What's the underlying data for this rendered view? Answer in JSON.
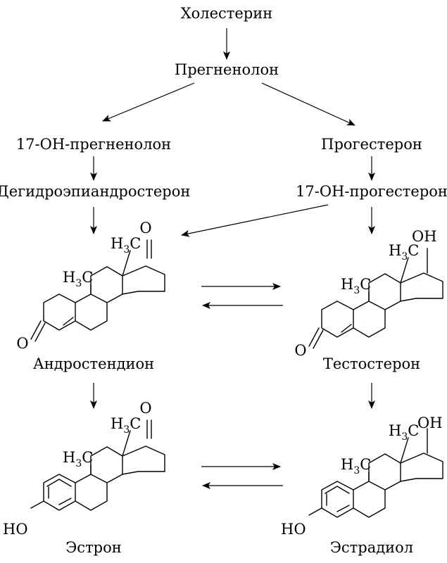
{
  "labels": {
    "cholesterol": "Холестерин",
    "pregnenolone": "Прегненолон",
    "oh_pregnenolone": "17-OH-прегненолон",
    "progesterone": "Прогестерон",
    "dhea": "Дегидроэпиандростерон",
    "oh_progesterone": "17-OH-прогестерон",
    "androstenedione": "Андростендион",
    "testosterone": "Тестостерон",
    "estrone": "Эстрон",
    "estradiol": "Эстрадиол"
  },
  "atoms": {
    "h": "H",
    "three": "3",
    "c": "C",
    "o": "O",
    "oh": "OH",
    "ho": "HO"
  }
}
